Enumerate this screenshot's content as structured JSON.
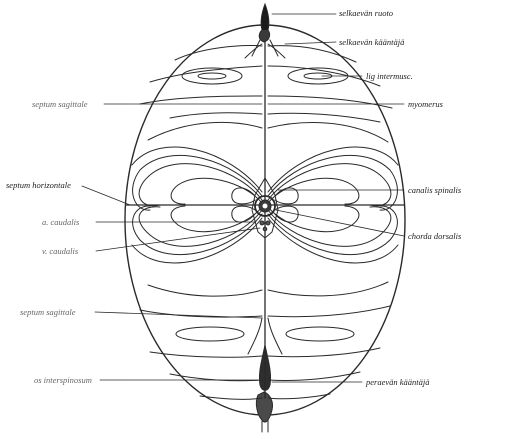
{
  "labels": {
    "selkaevan_ruoto": "selkaevän ruoto",
    "selkaevan_kaantaja": "selkaevän kääntäjä",
    "lig_intermusc": "lig intermusc.",
    "septum_sagittale_top": "septum sagittale",
    "myomerus": "myomerus",
    "septum_horizontale": "septum horizontale",
    "canalis_spinalis": "canalis spinalis",
    "a_caudalis": "a. caudalis",
    "chorda_dorsalis": "chorda dorsalis",
    "v_caudalis": "v. caudalis",
    "septum_sagittale_bottom": "septum sagittale",
    "os_interspinosum": "os interspinosum",
    "peraevan_kaantaja": "peraevän kääntäjä"
  },
  "colors": {
    "line": "#2a2a2a",
    "text": "#222222",
    "background": "#ffffff"
  }
}
